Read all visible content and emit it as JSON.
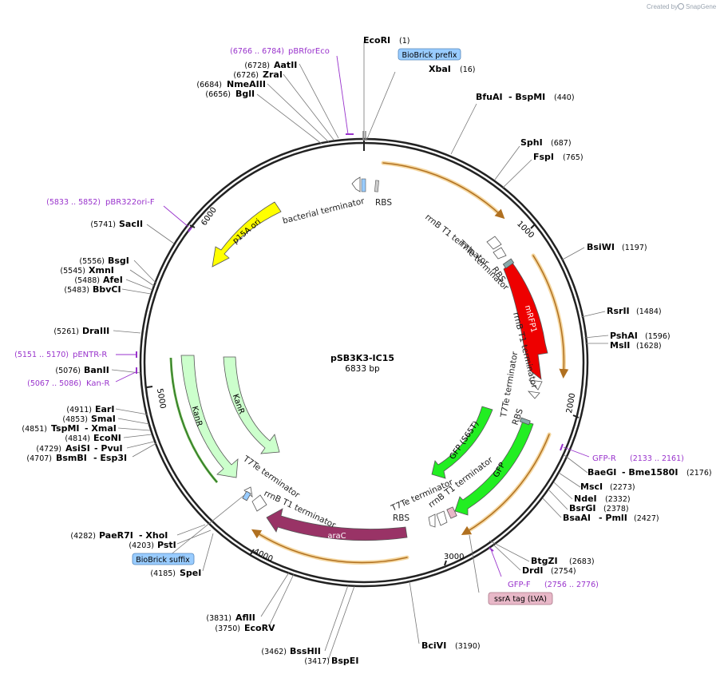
{
  "plasmid": {
    "name": "pSB3K3-IC15",
    "length": "6833 bp"
  },
  "brand": {
    "created_by": "Created by",
    "name": "SnapGene"
  },
  "sites": [
    {
      "name": "EcoRI",
      "pos": "(1)"
    },
    {
      "name": "XbaI",
      "pos": "(16)"
    },
    {
      "name": "BfuAI",
      "name2": "- BspMI",
      "pos": "(440)"
    },
    {
      "name": "SphI",
      "pos": "(687)"
    },
    {
      "name": "FspI",
      "pos": "(765)"
    },
    {
      "name": "BsiWI",
      "pos": "(1197)"
    },
    {
      "name": "RsrII",
      "pos": "(1484)"
    },
    {
      "name": "PshAI",
      "pos": "(1596)"
    },
    {
      "name": "MslI",
      "pos": "(1628)"
    },
    {
      "name": "BaeGI",
      "name2": "- Bme1580I",
      "pos": "(2176)"
    },
    {
      "name": "MscI",
      "pos": "(2273)"
    },
    {
      "name": "NdeI",
      "pos": "(2332)"
    },
    {
      "name": "BsrGI",
      "pos": "(2378)"
    },
    {
      "name": "BsaAI",
      "name2": "- PmlI",
      "pos": "(2427)"
    },
    {
      "name": "BtgZI",
      "pos": "(2683)"
    },
    {
      "name": "DrdI",
      "pos": "(2754)"
    },
    {
      "name": "BciVI",
      "pos": "(3190)"
    },
    {
      "name": "BspEI",
      "pos": "(3417)"
    },
    {
      "name": "BssHII",
      "pos": "(3462)"
    },
    {
      "name": "EcoRV",
      "pos": "(3750)"
    },
    {
      "name": "AflII",
      "pos": "(3831)"
    },
    {
      "name": "SpeI",
      "pos": "(4185)"
    },
    {
      "name": "PstI",
      "pos": "(4203)"
    },
    {
      "name": "PaeR7I",
      "name2": "- XhoI",
      "pos": "(4282)"
    },
    {
      "name": "BsmBI",
      "name2": "- Esp3I",
      "pos": "(4707)"
    },
    {
      "name": "AsiSI",
      "name2": "- PvuI",
      "pos": "(4729)"
    },
    {
      "name": "EcoNI",
      "pos": "(4814)"
    },
    {
      "name": "TspMI",
      "name2": "- XmaI",
      "pos": "(4851)"
    },
    {
      "name": "SmaI",
      "pos": "(4853)"
    },
    {
      "name": "EarI",
      "pos": "(4911)"
    },
    {
      "name": "BanII",
      "pos": "(5076)"
    },
    {
      "name": "DraIII",
      "pos": "(5261)"
    },
    {
      "name": "BbvCI",
      "pos": "(5483)"
    },
    {
      "name": "AfeI",
      "pos": "(5488)"
    },
    {
      "name": "XmnI",
      "pos": "(5545)"
    },
    {
      "name": "BsgI",
      "pos": "(5556)"
    },
    {
      "name": "SacII",
      "pos": "(5741)"
    },
    {
      "name": "BglI",
      "pos": "(6656)"
    },
    {
      "name": "NmeAIII",
      "pos": "(6684)"
    },
    {
      "name": "ZraI",
      "pos": "(6726)"
    },
    {
      "name": "AatII",
      "pos": "(6728)"
    }
  ],
  "primers": [
    {
      "name": "pBRforEco",
      "range": "(6766 .. 6784)"
    },
    {
      "name": "pBR322ori-F",
      "range": "(5833 .. 5852)"
    },
    {
      "name": "pENTR-R",
      "range": "(5151 .. 5170)"
    },
    {
      "name": "Kan-R",
      "range": "(5067 .. 5086)"
    },
    {
      "name": "GFP-R",
      "range": "(2133 .. 2161)"
    },
    {
      "name": "GFP-F",
      "range": "(2756 .. 2776)"
    }
  ],
  "features": {
    "biobrick_prefix": "BioBrick prefix",
    "biobrick_suffix": "BioBrick suffix",
    "ssra_tag": "ssrA tag (LVA)",
    "mrfp1": "mRFP1",
    "gfp": "GFP",
    "gfp_s65t": "GFP (S65T)",
    "arac": "araC",
    "kanr": "KanR",
    "p15a_ori": "p15A ori",
    "bacterial_terminator": "bacterial terminator",
    "rbs": "RBS",
    "rrnb_t1": "rrnB T1 terminator",
    "t7te": "T7Te terminator"
  },
  "ticks": [
    "1000",
    "2000",
    "3000",
    "4000",
    "5000",
    "6000"
  ],
  "colors": {
    "backbone": "#222222",
    "mrfp1": "#ee0000",
    "gfp": "#22dd22",
    "arac": "#993366",
    "kanr": "#ccffcc",
    "p15a": "#ffff00",
    "orange_arrow": "#e89a33",
    "primer": "#9933cc",
    "biobrick": "#99ccff",
    "ssra": "#e8b8c8"
  }
}
